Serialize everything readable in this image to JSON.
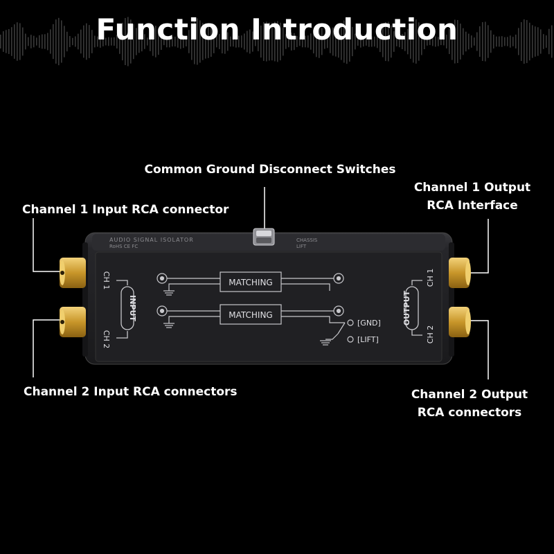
{
  "title": "Function Introduction",
  "callouts": {
    "switches": "Common Ground Disconnect Switches",
    "ch1_input": "Channel 1 Input RCA connector",
    "ch1_output_line1": "Channel 1 Output",
    "ch1_output_line2": "RCA Interface",
    "ch2_input": "Channel 2 Input RCA connectors",
    "ch2_output_line1": "Channel 2 Output",
    "ch2_output_line2": "RCA connectors"
  },
  "device": {
    "top_label": "AUDIO SIGNAL ISOLATOR",
    "cert_label": "RoHS CE FC",
    "switch_label_1": "CHASSIS",
    "switch_label_2": "LIFT",
    "input_label": "INPUT",
    "output_label": "OUTPUT",
    "ch1": "CH 1",
    "ch2": "CH 2",
    "matching_1": "MATCHING",
    "matching_2": "MATCHING",
    "gnd_label": "[GND]",
    "lift_label": "[LIFT]"
  },
  "colors": {
    "background": "#000000",
    "device_body": "#1c1c1e",
    "device_front": "#232326",
    "gold": "#d6a93a",
    "text": "#ffffff",
    "panel_print": "#c8c8cc"
  }
}
